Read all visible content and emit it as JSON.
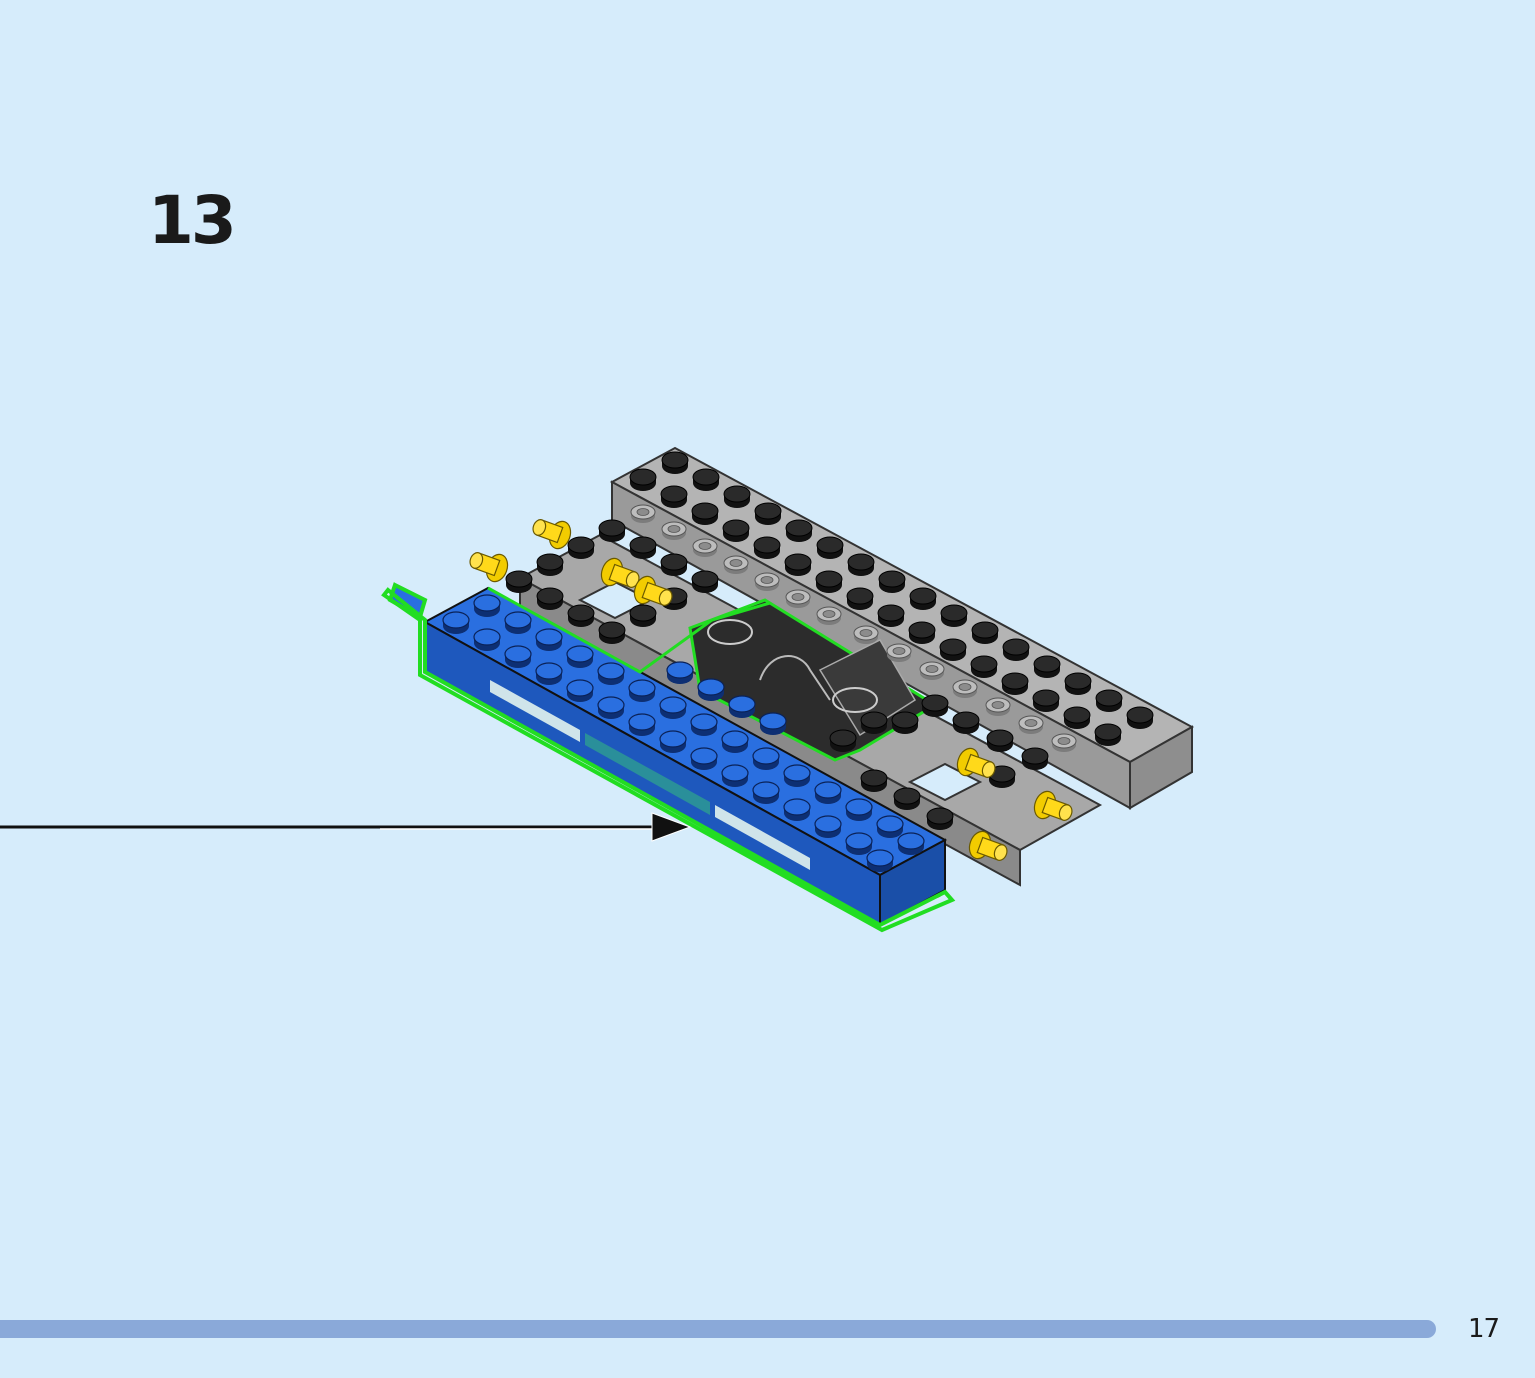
{
  "page": {
    "step_number": "13",
    "page_number": "17",
    "progress_fraction": 0.935
  },
  "colors": {
    "background": "#d6ecfb",
    "progress_bar": "#8aa9d9",
    "highlight_outline": "#22dd22",
    "brick_blue": "#1e5fc8",
    "brick_gray": "#a0a0a0",
    "brick_black": "#222222",
    "pin_yellow": "#f2cc00"
  },
  "illustration": {
    "subject": "brick-assembly",
    "arrow_icon": "arrow-right-icon"
  }
}
